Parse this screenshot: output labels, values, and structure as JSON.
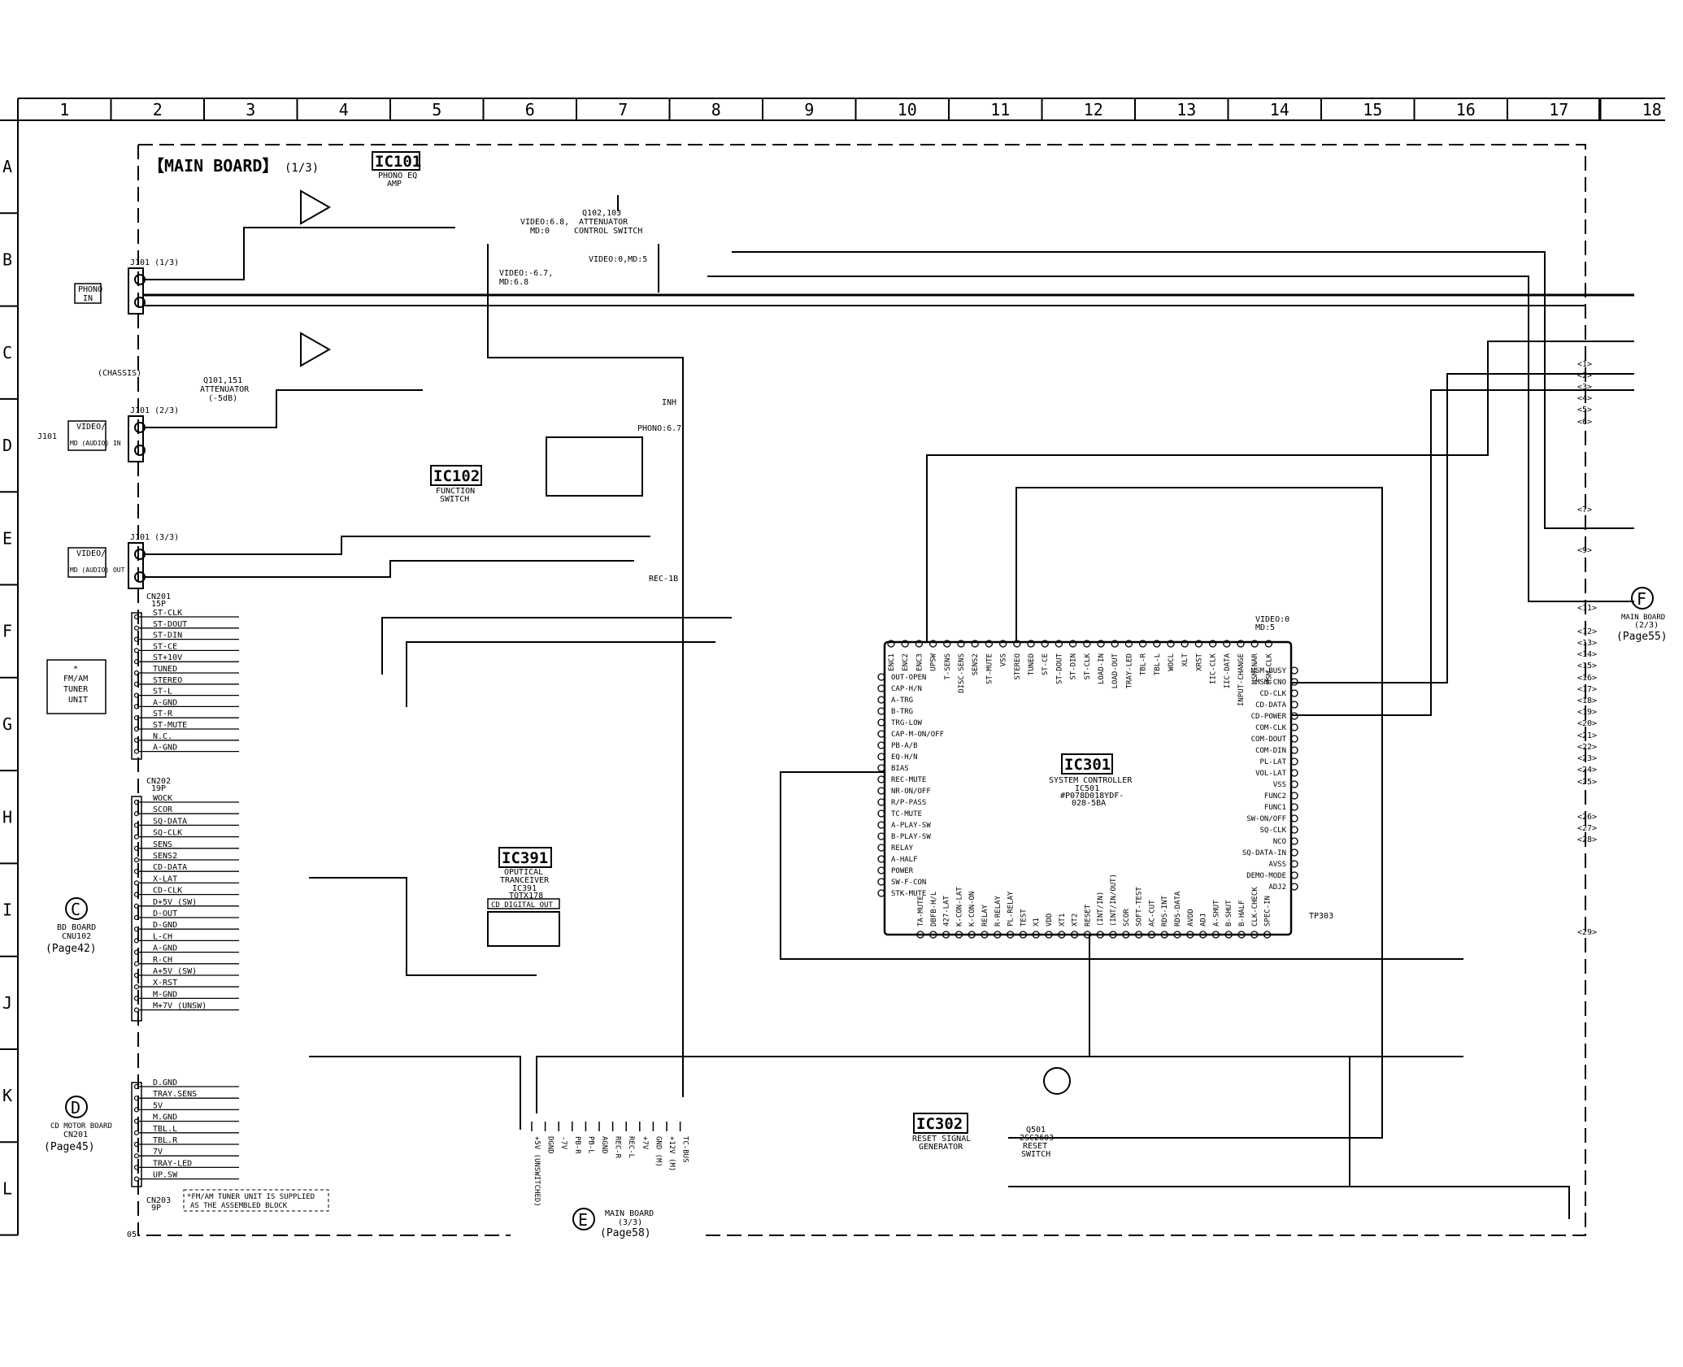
{
  "board_title": "【MAIN BOARD】",
  "board_part": "(1/3)",
  "columns": [
    "1",
    "2",
    "3",
    "4",
    "5",
    "6",
    "7",
    "8",
    "9",
    "10",
    "11",
    "12",
    "13",
    "14",
    "15",
    "16",
    "17",
    "18"
  ],
  "rows": [
    "A",
    "B",
    "C",
    "D",
    "E",
    "F",
    "G",
    "H",
    "I",
    "J",
    "K",
    "L"
  ],
  "ics": [
    {
      "ref": "IC101",
      "desc1": "PHONO EQ",
      "desc2": "AMP"
    },
    {
      "ref": "IC102",
      "desc1": "FUNCTION",
      "desc2": "SWITCH"
    },
    {
      "ref": "IC391",
      "desc1": "OPUTICAL",
      "desc2": "TRANCEIVER"
    },
    {
      "ref": "IC301",
      "desc1": "SYSTEM CONTROLLER",
      "desc2": ""
    },
    {
      "ref": "IC302",
      "desc1": "RESET SIGNAL",
      "desc2": "GENERATOR"
    }
  ],
  "jacks": [
    {
      "ref": "J101 (1/3)",
      "box1": "PHONO",
      "box2": "IN"
    },
    {
      "ref": "J101 (2/3)",
      "box1": "VIDEO/",
      "box2": "MD (AUDIO) IN"
    },
    {
      "ref": "J101 (3/3)",
      "box1": "VIDEO/",
      "box2": "MD (AUDIO) OUT"
    }
  ],
  "tuner_box": [
    "*",
    "FM/AM",
    "TUNER",
    "UNIT"
  ],
  "tuner_pins": [
    "ST-CLK",
    "ST-DOUT",
    "ST-DIN",
    "ST-CE",
    "ST+10V",
    "TUNED",
    "STEREO",
    "ST-L",
    "A-GND",
    "ST-R",
    "ST-MUTE",
    "N.C.",
    "A-GND"
  ],
  "bd_pins": [
    "WOCK",
    "SCOR",
    "SQ-DATA",
    "SQ-CLK",
    "SENS",
    "SENS2",
    "CD-DATA",
    "X-LAT",
    "CD-CLK",
    "D+5V (SW)",
    "D-OUT",
    "D-GND",
    "L-CH",
    "A-GND",
    "R-CH",
    "A+5V (SW)",
    "X-RST",
    "M-GND",
    "M+7V (UNSW)"
  ],
  "cd_motor_pins": [
    "D.GND",
    "TRAY.SENS",
    "5V",
    "M.GND",
    "TBL.L",
    "TBL.R",
    "7V",
    "TRAY-LED",
    "UP.SW"
  ],
  "ic301_left_pins": [
    "OUT-OPEN",
    "CAP-H/N",
    "A-TRG",
    "B-TRG",
    "TRG-LOW",
    "CAP-M-ON/OFF",
    "PB-A/B",
    "EQ-H/N",
    "BIAS",
    "REC-MUTE",
    "NR-ON/OFF",
    "R/P-PASS",
    "TC-MUTE",
    "A-PLAY-SW",
    "B-PLAY-SW",
    "RELAY",
    "A-HALF",
    "POWER",
    "SW-F-CON",
    "STK-MUTE"
  ],
  "ic301_right_pins": [
    "MSM-BUSY",
    "MSM-CNO",
    "CD-CLK",
    "CD-DATA",
    "CD-POWER",
    "COM-CLK",
    "COM-DOUT",
    "COM-DIN",
    "PL-LAT",
    "VOL-LAT",
    "VSS",
    "FUNC2",
    "FUNC1",
    "SW-ON/OFF",
    "SQ-CLK",
    "NCO",
    "SQ-DATA-IN",
    "AVSS",
    "DEMO-MODE",
    "ADJ2"
  ],
  "ic301_top_pins": [
    "ENC1",
    "ENC2",
    "ENC3",
    "UPSW",
    "T-SENS",
    "DISC-SENS",
    "SENS2",
    "ST-MUTE",
    "VSS",
    "STEREO",
    "TUNED",
    "ST-CE",
    "ST-DOUT",
    "ST-DIN",
    "ST-CLK",
    "LOAD-IN",
    "LOAD-OUT",
    "TRAY-LED",
    "TBL-R",
    "TBL-L",
    "WOCL",
    "XLT",
    "XRST",
    "IIC-CLK",
    "IIC-DATA",
    "INPUT-CHANGE",
    "MSM-NAR",
    "MSM-CLK"
  ],
  "ic301_bottom_pins": [
    "TA-MUTE",
    "DBFB-H/L",
    "427-LAT",
    "K-CON-LAT",
    "K-CON-ON",
    "RELAY",
    "R-RELAY",
    "PL-RELAY",
    "TEST",
    "X1",
    "VDD",
    "XT1",
    "XT2",
    "RESET",
    "(INT/IN)",
    "(INT/IN/OUT)",
    "SCOR",
    "SOFT-TEST",
    "AC-CUT",
    "RDS-INT",
    "RDS-DATA",
    "AVDD",
    "ADJ",
    "A-SHUT",
    "B-SHUT",
    "B-HALF",
    "CLK-CHECK",
    "SPEC-IN"
  ],
  "main_board_e_pins": [
    "+5V (UNSWITCHED)",
    "DGND",
    "-7V",
    "PB-R",
    "PB-L",
    "AGND",
    "REC-R",
    "REC-L",
    "+7V",
    "GND (M)",
    "+12V (M)",
    "TC-BUS"
  ],
  "connectors": [
    {
      "letter": "C",
      "name": "BD BOARD",
      "conn": "CNU102",
      "page": "(Page42)"
    },
    {
      "letter": "D",
      "name": "CD MOTOR BOARD",
      "conn": "CN201",
      "page": "(Page45)"
    },
    {
      "letter": "E",
      "name": "MAIN BOARD",
      "conn": "(3/3)",
      "page": "(Page58)"
    },
    {
      "letter": "F",
      "name": "MAIN BOARD",
      "conn": "(2/3)",
      "page": "(Page55)"
    }
  ],
  "right_terminals": [
    "1",
    "2",
    "3",
    "4",
    "5",
    "6",
    "7",
    "9",
    "11",
    "12",
    "13",
    "14",
    "15",
    "16",
    "17",
    "18",
    "19",
    "20",
    "21",
    "22",
    "23",
    "24",
    "25",
    "26",
    "27",
    "28",
    "29"
  ],
  "note": [
    "*FM/AM TUNER UNIT IS SUPPLIED",
    "AS THE ASSEMBLED BLOCK"
  ],
  "labels": {
    "q102": "Q102,103",
    "atten_cs": "ATTENUATOR",
    "atten_cs2": "CONTROL SWITCH",
    "q101": "Q101,151",
    "atten": "ATTENUATOR",
    "atten_db": "(-5dB)",
    "chassis": "(CHASSIS)",
    "cn201": "CN201",
    "cn201_p": "15P",
    "cn202": "CN202",
    "cn202_p": "19P",
    "cn203": "CN203",
    "cn203_p": "9P",
    "recb": "REC-1B",
    "inh": "INH",
    "phono": "PHONO:6.7",
    "video1": "VIDEO:6.8,",
    "md1": "MD:0",
    "video2": "VIDEO:-6.7,",
    "md2": "MD:6.8",
    "video3": "VIDEO:0,MD:5",
    "video4": "VIDEO:0",
    "md4": "MD:5",
    "ic301_part": "IC501",
    "ic301_pn": "#P078D018YDF-",
    "ic301_pn2": "028-5BA",
    "cd_digital": "CD DIGITAL OUT",
    "ic391_pn": "IC391",
    "ic391_pn2": "TOTX178",
    "tp303": "TP303",
    "q501": "Q501",
    "q501_pn": "2SC2603",
    "reset_sw": "RESET",
    "reset_sw2": "SWITCH",
    "page_id": "05"
  }
}
